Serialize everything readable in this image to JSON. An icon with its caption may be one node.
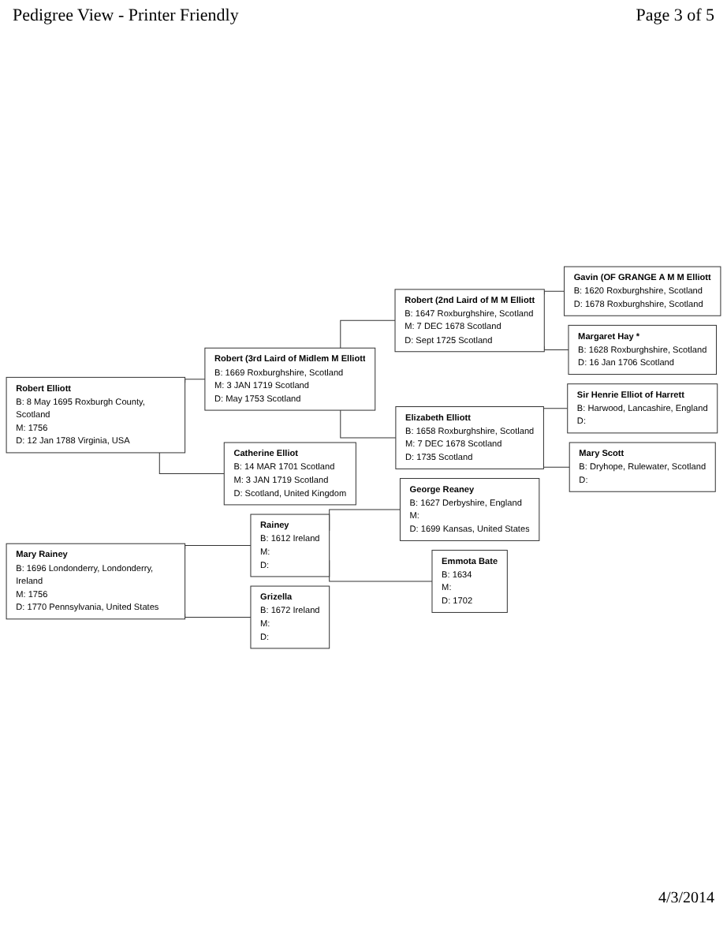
{
  "diagram": {
    "title": "Pedigree View - Printer Friendly",
    "nodes": [
      {
        "text": [
          "Gavin (OF GRANGE A M M Elliott",
          "B: 1620 Roxburghshire, Scotland",
          "D: 1678 Roxburghshire, Scotland"
        ]
      },
      {
        "text": [
          "Robert (2nd Laird of M M Elliott",
          "B: 1647 Roxburghshire, Scotland",
          "M: 7 DEC 1678 Scotland",
          "D: Sept 1725 Scotland"
        ]
      },
      {
        "text": [
          "Margaret Hay *",
          "B: 1628 Roxburghshire, Scotland",
          "D: 16 Jan 1706 Scotland"
        ]
      },
      {
        "text": [
          "Robert (3rd Laird of Midlem M Elliott",
          "B: 1669 Roxburghshire, Scotland",
          "M: 3 JAN 1719 Scotland",
          "D: May 1753 Scotland"
        ]
      },
      {
        "text": [
          "Sir Henrie Elliot of Harrett",
          "B: Harwood, Lancashire, England",
          "D:"
        ]
      },
      {
        "text": [
          "Elizabeth Elliott",
          "B: 1658 Roxburghshire, Scotland",
          "M: 7 DEC 1678 Scotland",
          "D: 1735 Scotland"
        ]
      },
      {
        "text": [
          "Mary Scott",
          "B: Dryhope, Rulewater, Scotland",
          "D:"
        ]
      },
      {
        "text": [
          "Robert Elliott",
          "B: 8 May 1695 Roxburgh County, Scotland",
          "M: 1756",
          "D: 12 Jan 1788 Virginia, USA"
        ]
      },
      {
        "text": [
          "Catherine Elliot",
          "B: 14 MAR 1701 Scotland",
          "M: 3 JAN 1719 Scotland",
          "D: Scotland, United Kingdom"
        ]
      },
      {
        "text": [
          "George Reaney",
          "B: 1627 Derbyshire, England",
          "M:",
          "D: 1699 Kansas, United States"
        ]
      },
      {
        "text": [
          "Rainey",
          "B: 1612 Ireland",
          "M:",
          "D:"
        ]
      },
      {
        "text": [
          "Emmota Bate",
          "B: 1634",
          "M:",
          "D: 1702"
        ]
      },
      {
        "text": [
          "Mary Rainey",
          "B: 1696 Londonderry, Londonderry, Ireland",
          "M: 1756",
          "D: 1770 Pennsylvania, United States"
        ]
      },
      {
        "text": [
          "Grizella",
          "B: 1672 Ireland",
          "M:",
          "D:"
        ]
      }
    ],
    "edges": [
      {
        "from": 7,
        "to": 3,
        "arrow": "none"
      },
      {
        "from": 7,
        "to": 8,
        "arrow": "none"
      },
      {
        "from": 3,
        "to": 1,
        "arrow": "none"
      },
      {
        "from": 3,
        "to": 5,
        "arrow": "none"
      },
      {
        "from": 1,
        "to": 0,
        "arrow": "none"
      },
      {
        "from": 1,
        "to": 2,
        "arrow": "none"
      },
      {
        "from": 5,
        "to": 4,
        "arrow": "none"
      },
      {
        "from": 5,
        "to": 6,
        "arrow": "none"
      },
      {
        "from": 12,
        "to": 10,
        "arrow": "none"
      },
      {
        "from": 12,
        "to": 13,
        "arrow": "none"
      },
      {
        "from": 10,
        "to": 9,
        "arrow": "none"
      },
      {
        "from": 10,
        "to": 11,
        "arrow": "none"
      }
    ],
    "labels": [
      "Page 3 of 5",
      "4/3/2014"
    ]
  }
}
